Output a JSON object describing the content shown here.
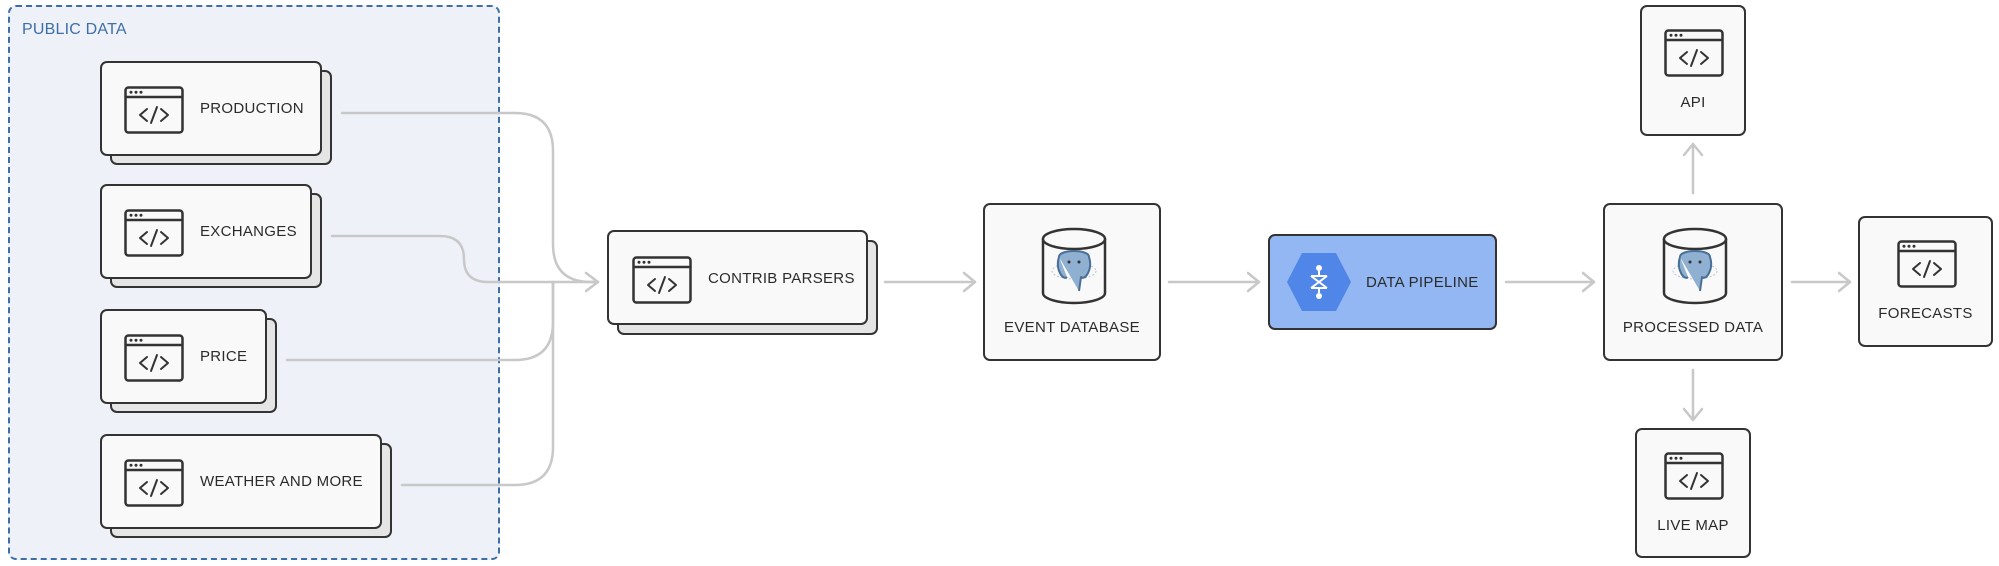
{
  "group": {
    "label": "PUBLIC DATA"
  },
  "sources": [
    {
      "label": "PRODUCTION",
      "icon": "code-window-icon"
    },
    {
      "label": "EXCHANGES",
      "icon": "code-window-icon"
    },
    {
      "label": "PRICE",
      "icon": "code-window-icon"
    },
    {
      "label": "WEATHER AND MORE",
      "icon": "code-window-icon"
    }
  ],
  "nodes": {
    "contrib_parsers": {
      "label": "CONTRIB PARSERS",
      "icon": "code-window-icon"
    },
    "event_database": {
      "label": "EVENT DATABASE",
      "icon": "postgresql-database-icon"
    },
    "data_pipeline": {
      "label": "DATA PIPELINE",
      "icon": "dataflow-hexagon-icon"
    },
    "processed_data": {
      "label": "PROCESSED DATA",
      "icon": "postgresql-database-icon"
    },
    "api": {
      "label": "API",
      "icon": "code-window-icon"
    },
    "live_map": {
      "label": "LIVE MAP",
      "icon": "code-window-icon"
    },
    "forecasts": {
      "label": "FORECASTS",
      "icon": "code-window-icon"
    }
  },
  "colors": {
    "group_border": "#3d6ea8",
    "group_fill": "#eef2f8",
    "pipeline_fill": "#93b7f2",
    "connector": "#c8c8c8"
  }
}
